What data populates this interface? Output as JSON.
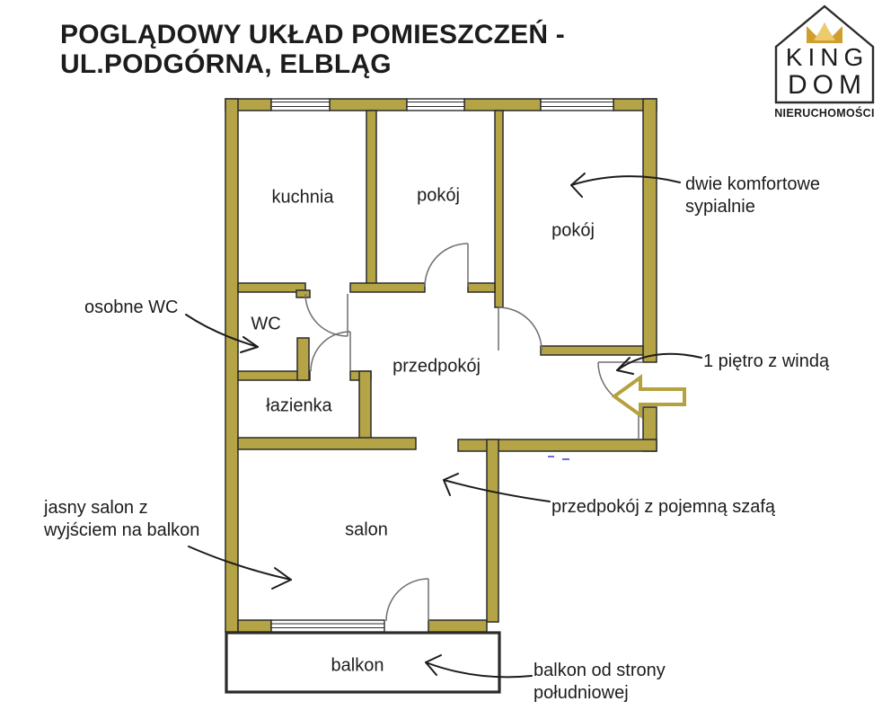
{
  "title": {
    "line1": "POGLĄDOWY UKŁAD POMIESZCZEŃ -",
    "line2": "UL.PODGÓRNA, ELBLĄG"
  },
  "logo": {
    "name_top": "KING",
    "name_bottom": "DOM",
    "subtitle": "NIERUCHOMOŚCI"
  },
  "rooms": {
    "kitchen": "kuchnia",
    "room_middle": "pokój",
    "room_right": "pokój",
    "wc": "WC",
    "hallway": "przedpokój",
    "bathroom": "łazienka",
    "living_room": "salon",
    "balcony": "balkon"
  },
  "annotations": {
    "bedrooms_line1": "dwie komfortowe",
    "bedrooms_line2": "sypialnie",
    "separate_wc": "osobne WC",
    "floor_elevator": "1 piętro z windą",
    "hallway_wardrobe": "przedpokój z pojemną szafą",
    "living_line1": "jasny salon z",
    "living_line2": "wyjściem na balkon",
    "balcony_line1": "balkon od strony",
    "balcony_line2": "południowej"
  },
  "colors": {
    "wall": "#b4a446",
    "outline": "#2b2b2b",
    "door": "#6e6e6e",
    "gold_arrow": "#b5a13e",
    "crown": "#cf9f2e",
    "crown_light": "#eccb6e",
    "text": "#1c1c1c",
    "blue_mark": "#3b3bd6"
  }
}
